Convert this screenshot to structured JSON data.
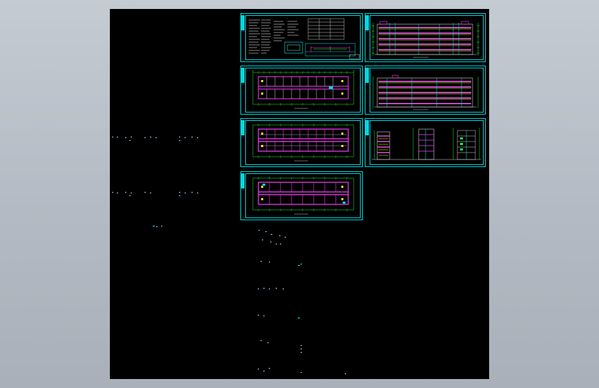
{
  "app": {
    "title": ""
  },
  "colors": {
    "background": "#000000",
    "frame": "#00d8e0",
    "wall": "#ff3dff",
    "grid": "#20ff40",
    "floor_band": "#ff66ff"
  },
  "sheets": [
    {
      "id": "design-notes",
      "title": ""
    },
    {
      "id": "elevation-front",
      "title": ""
    },
    {
      "id": "plan-ground",
      "title": ""
    },
    {
      "id": "elevation-rear",
      "title": ""
    },
    {
      "id": "plan-typical",
      "title": ""
    },
    {
      "id": "elevation-side-section",
      "title": ""
    },
    {
      "id": "plan-roof",
      "title": ""
    }
  ]
}
